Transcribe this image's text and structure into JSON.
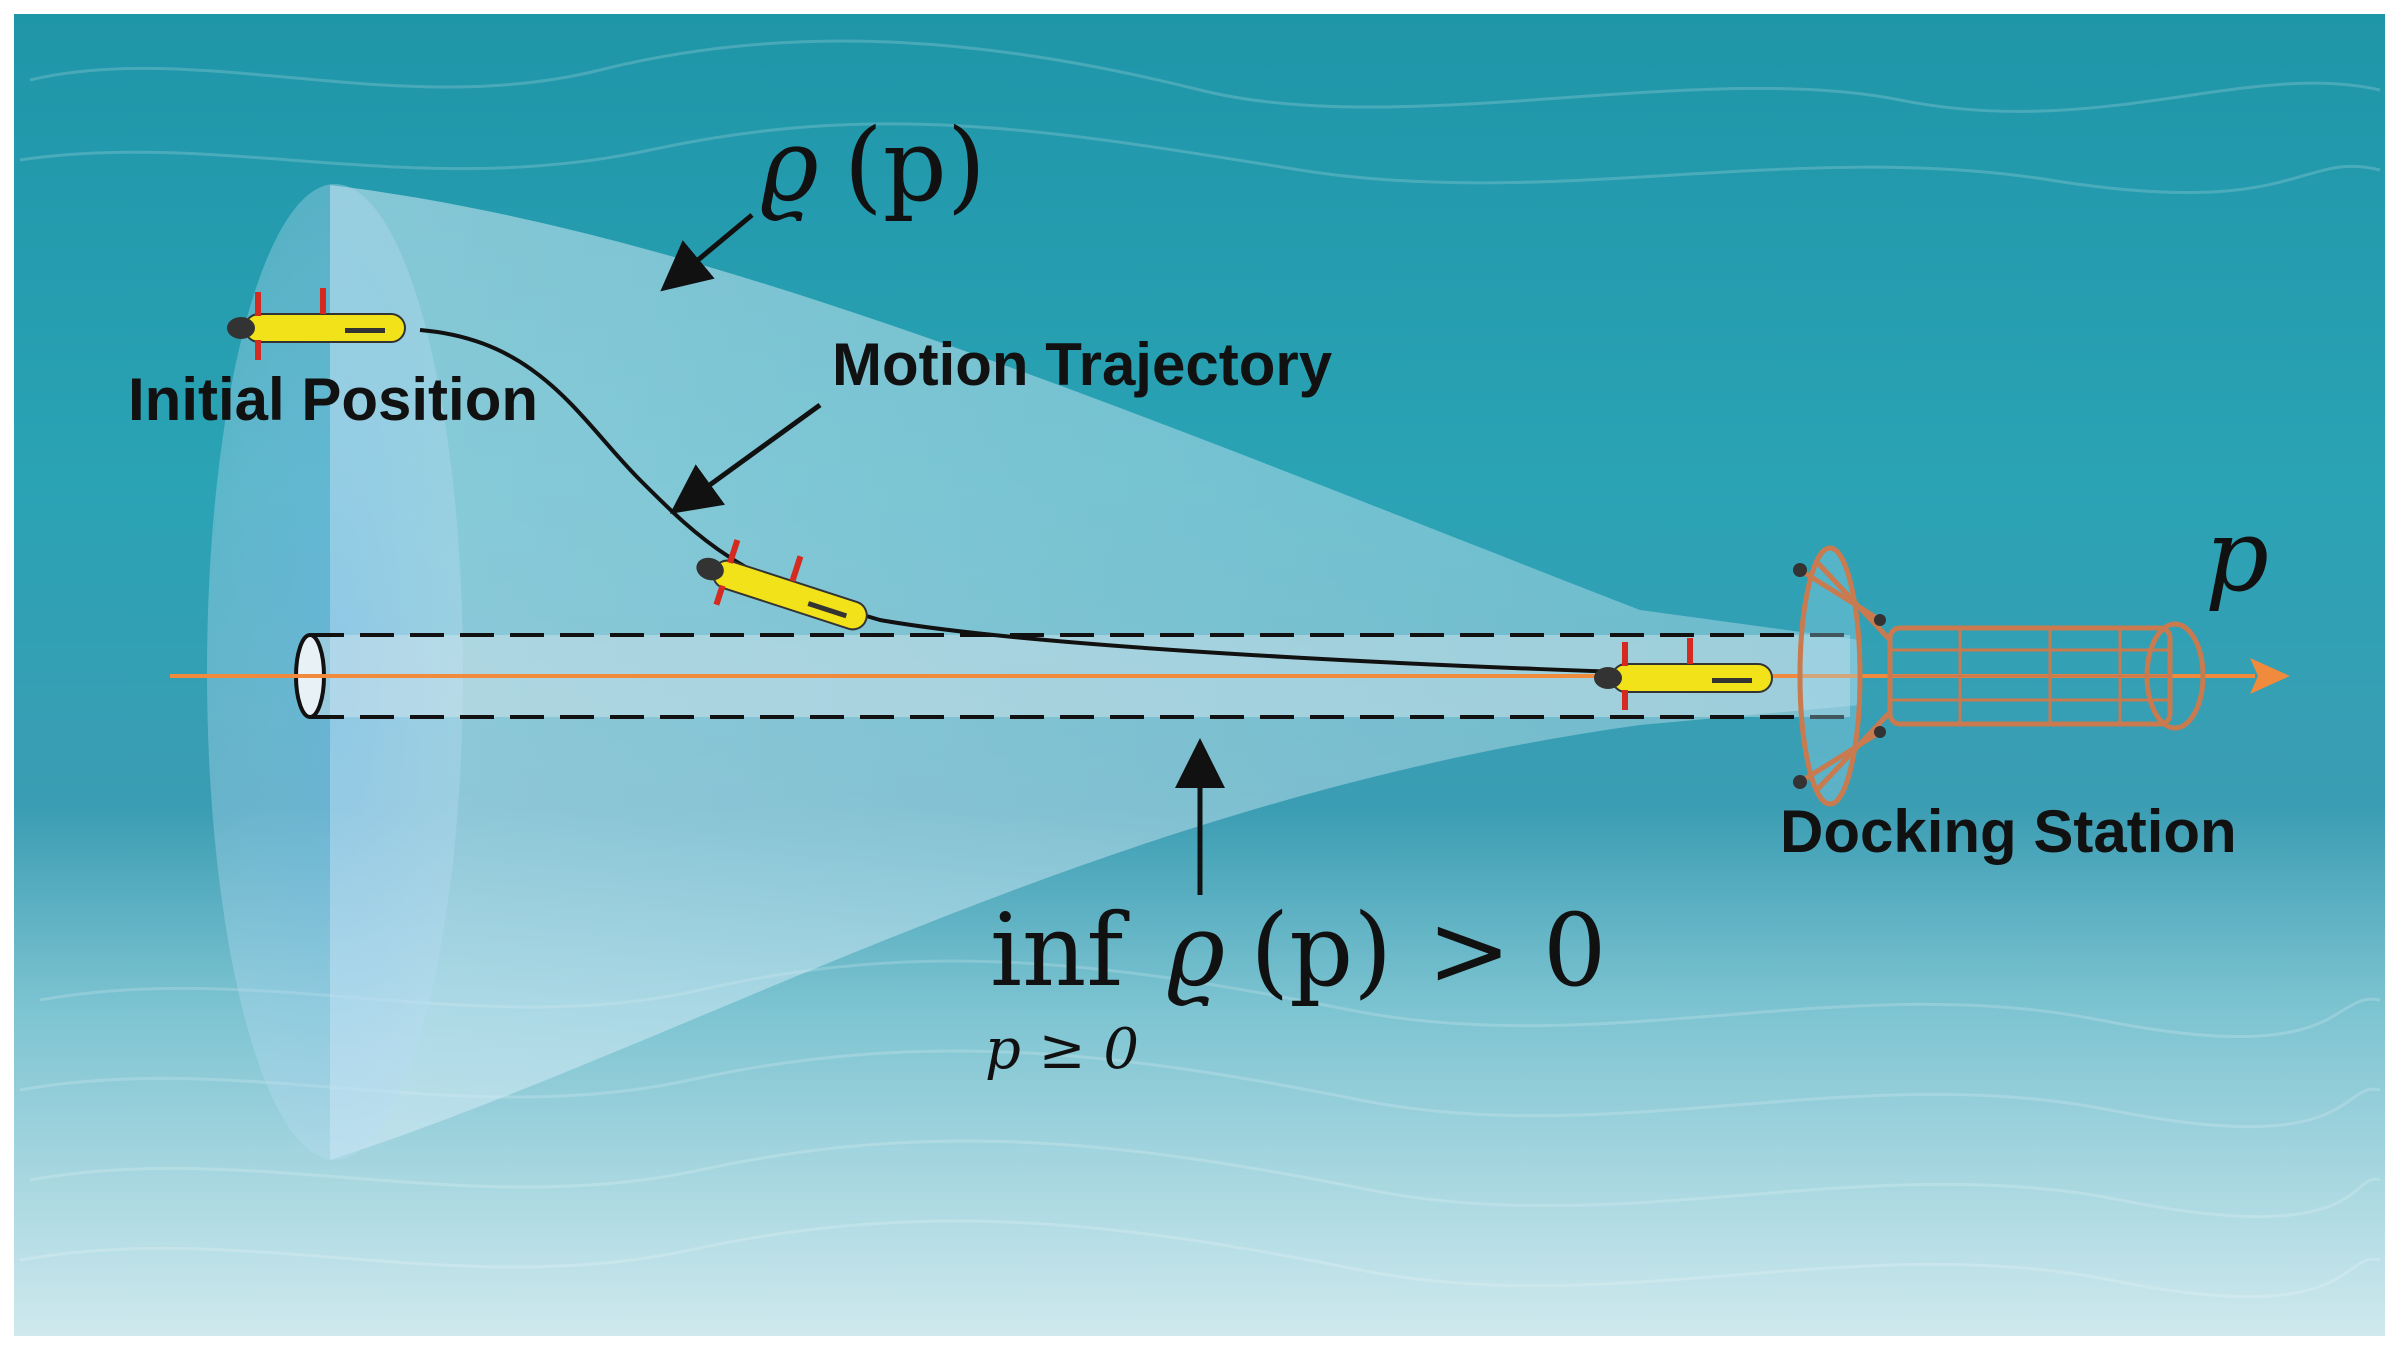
{
  "labels": {
    "initial_position": "Initial Position",
    "motion_trajectory": "Motion Trajectory",
    "docking_station": "Docking Station",
    "axis": "p"
  },
  "formulas": {
    "rho_symbol": "ϱ",
    "rho_arg": "(p)",
    "inf_operator": "inf",
    "inf_condition": "> 0",
    "inf_subscript": "p ≥ 0"
  },
  "colors": {
    "water_top": "#1f8fa3",
    "water_mid": "#2aa0b3",
    "sand": "#cfe9ee",
    "funnel": "#bfe0f2",
    "axis": "#f08a3c",
    "vehicle_body": "#f2e21a",
    "vehicle_fin": "#d42a1f",
    "cage": "#c97a4e"
  },
  "icons": {
    "vehicle": "auv-icon",
    "station": "docking-cage-icon"
  }
}
